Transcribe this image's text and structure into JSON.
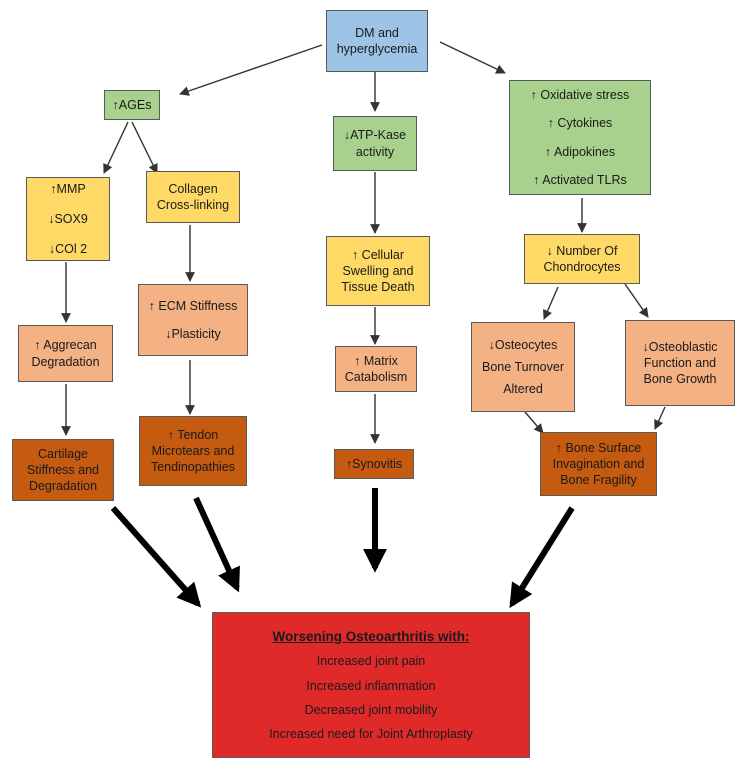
{
  "nodes": {
    "dm": [
      "DM and",
      "hyperglycemia"
    ],
    "ages": [
      "↑AGEs"
    ],
    "atp": [
      "↓ATP-Kase",
      "activity"
    ],
    "oxidative": [
      "↑ Oxidative stress",
      "↑ Cytokines",
      "↑ Adipokines",
      "↑ Activated TLRs"
    ],
    "mmp": [
      "↑MMP",
      "↓SOX9",
      "↓COl 2"
    ],
    "collagen": [
      "Collagen",
      "Cross-linking"
    ],
    "swelling": [
      "↑ Cellular",
      "Swelling and",
      "Tissue Death"
    ],
    "chondrocytes": [
      "↓ Number Of",
      "Chondrocytes"
    ],
    "ecm": [
      "↑ ECM Stiffness",
      "↓Plasticity"
    ],
    "aggrecan": [
      "↑ Aggrecan",
      "Degradation"
    ],
    "matrix": [
      "↑ Matrix",
      "Catabolism"
    ],
    "osteocytes": [
      "↓Osteocytes",
      "Bone Turnover",
      "Altered"
    ],
    "osteoblastic": [
      "↓Osteoblastic",
      "Function and",
      "Bone Growth"
    ],
    "cartilage": [
      "Cartilage",
      "Stiffness and",
      "Degradation"
    ],
    "tendon": [
      "↑ Tendon",
      "Microtears and",
      "Tendinopathies"
    ],
    "synovitis": [
      "↑Synovitis"
    ],
    "bone_surface": [
      "↑ Bone Surface",
      "Invagination and",
      "Bone Fragility"
    ]
  },
  "final": {
    "title": "Worsening Osteoarthritis with:",
    "items": [
      "Increased joint pain",
      "Increased inflammation",
      "Decreased joint mobility",
      "Increased need for Joint Arthroplasty"
    ]
  },
  "colors": {
    "blue": "#9dc3e6",
    "green": "#a9d18e",
    "yellow": "#ffd966",
    "peach": "#f4b183",
    "orange": "#c55a11",
    "red": "#e02a2a"
  }
}
